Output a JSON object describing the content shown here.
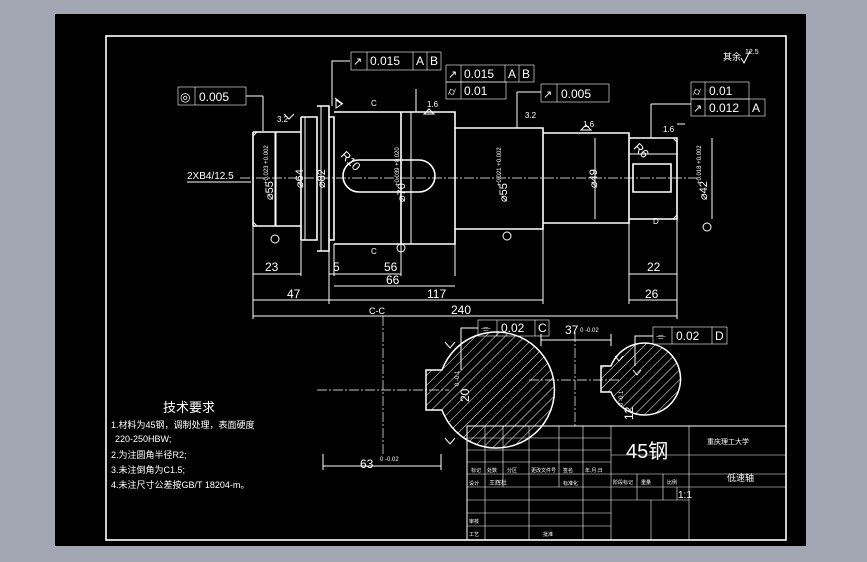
{
  "roughness_note": {
    "label": "其余",
    "value": "12.5"
  },
  "geometric_tolerances": {
    "top_runout": {
      "symbol": "↗",
      "value": "0.015",
      "datums": [
        "A",
        "B"
      ]
    },
    "runout_2": {
      "symbol": "↗",
      "value": "0.015",
      "datums": [
        "A",
        "B"
      ]
    },
    "cylindricity_1": {
      "symbol": "⌭",
      "value": "0.01"
    },
    "concentricity": {
      "symbol": "◎",
      "value": "0.005"
    },
    "runout_3": {
      "symbol": "↗",
      "value": "0.005"
    },
    "cylindricity_2": {
      "symbol": "⌭",
      "value": "0.01"
    },
    "runout_4": {
      "symbol": "↗",
      "value": "0.012",
      "datums": [
        "A"
      ]
    },
    "symmetry_c": {
      "symbol": "⌯",
      "value": "0.02",
      "datum": "C"
    },
    "symmetry_d": {
      "symbol": "⌯",
      "value": "0.02",
      "datum": "D"
    }
  },
  "diameters": {
    "d55_left": "⌀55",
    "d55_left_tol": "+0.023 +0.002",
    "d64": "⌀64",
    "d82": "⌀82",
    "d70": "⌀70",
    "d70_tol": "+0.039 +0.020",
    "d55_right": "⌀55",
    "d55_right_tol": "+0.021 +0.002",
    "d49": "⌀49",
    "d42": "⌀42",
    "d42_tol": "+0.018 +0.002"
  },
  "labels": {
    "center_hole": "2XB4/12.5",
    "radius_10": "R10",
    "radius_6": "R6",
    "rough_1_6": "1.6",
    "rough_3_2": "3.2",
    "section_c": "C",
    "section_d": "D",
    "datum_a": "A",
    "datum_b": "B"
  },
  "lengths": {
    "l23": "23",
    "l5": "5",
    "l56": "56",
    "l66": "66",
    "l22": "22",
    "l47": "47",
    "l117": "117",
    "l26": "26",
    "l240": "240"
  },
  "sections": {
    "c_width": "63",
    "c_width_tol": "0 -0.02",
    "c_depth": "20",
    "c_depth_tol": "0 -0.1",
    "d_width": "37",
    "d_width_tol": "0 -0.02",
    "d_depth": "12",
    "d_depth_tol": "0 -0.1",
    "section_mark": "C-C"
  },
  "requirements": {
    "title": "技术要求",
    "items": [
      "1.材料为45钢，调制处理，表面硬度",
      "220-250HBW;",
      "2.为注圆角半径R2;",
      "3.未注倒角为C1.5;",
      "4.未注尺寸公差按GB/T 18204-m。"
    ]
  },
  "title_block": {
    "material": "45钢",
    "school": "重庆理工大学",
    "part_name": "低速轴",
    "scale": "1:1",
    "row_labels": [
      "标记",
      "处数",
      "分区",
      "更改文件号",
      "签名",
      "年.月.日"
    ],
    "sign_labels": [
      "设计",
      "王辉杜",
      "标准化"
    ],
    "stage_labels": [
      "阶段标记",
      "重量",
      "比例"
    ],
    "process": "工艺",
    "approve": "批准",
    "check": "审核"
  }
}
